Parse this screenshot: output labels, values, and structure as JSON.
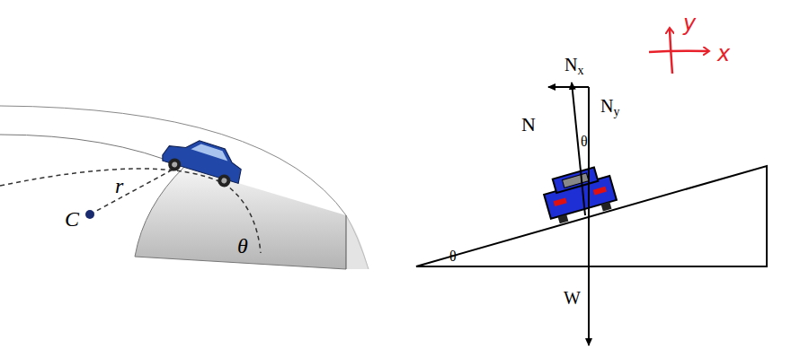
{
  "diagram": {
    "labels": [
      "r",
      "C",
      "θ",
      "N",
      "Nx",
      "Ny",
      "θ",
      "θ",
      "W",
      "y",
      "x"
    ]
  }
}
